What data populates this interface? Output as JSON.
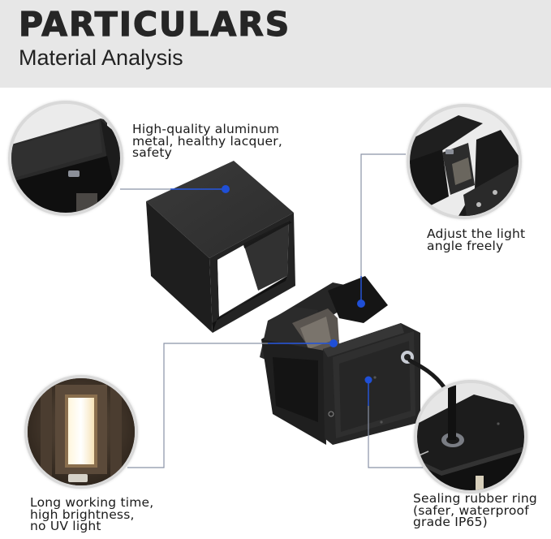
{
  "header": {
    "title": "PARTICULARS",
    "subtitle": "Material Analysis",
    "background": "#e7e7e7"
  },
  "callouts": [
    {
      "id": "aluminum",
      "text": "High-quality aluminum\nmetal, healthy lacquer,\nsafety",
      "detail_image": "lamp-shade-corner-closeup"
    },
    {
      "id": "angle",
      "text": "Adjust the light\nangle freely",
      "detail_image": "adjustable-flap-closeup"
    },
    {
      "id": "brightness",
      "text": "Long working time,\nhigh brightness,\nno UV light",
      "detail_image": "illuminated-led-closeup"
    },
    {
      "id": "sealing",
      "text": "Sealing rubber ring\n(safer, waterproof\ngrade IP65)",
      "detail_image": "cable-grommet-closeup"
    }
  ],
  "product": {
    "parts": [
      "cube-shade",
      "lamp-body",
      "adjustable-flaps",
      "led-strip",
      "power-cable",
      "rubber-grommet"
    ]
  },
  "colors": {
    "accent_dot": "#1f4fd6",
    "connector_line": "#8a93a6",
    "product_black": "#2a2a2a",
    "circle_border": "#d9d9d9"
  }
}
